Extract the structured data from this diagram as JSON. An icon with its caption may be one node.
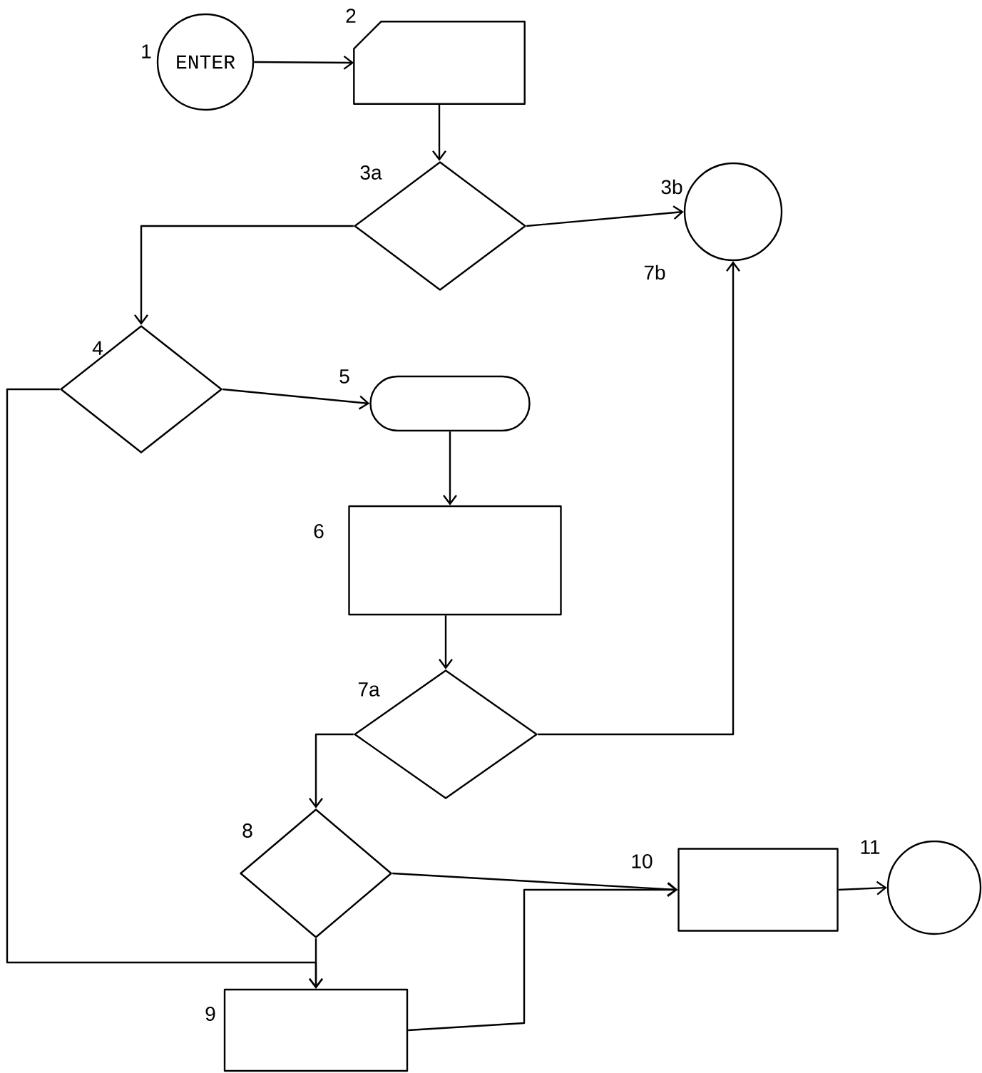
{
  "diagram": {
    "nodes": [
      {
        "text": [
          "ENTER"
        ],
        "beside": [
          "1"
        ]
      },
      {
        "text": [],
        "shape": "card",
        "beside": [
          "2"
        ]
      },
      {
        "text": [],
        "shape": "diamond",
        "beside": [
          "3a"
        ]
      },
      {
        "text": [],
        "shape": "circle",
        "beside": [
          "3b",
          "7b"
        ]
      },
      {
        "text": [],
        "shape": "diamond",
        "beside": [
          "4"
        ]
      },
      {
        "text": [],
        "shape": "terminal",
        "beside": [
          "5"
        ]
      },
      {
        "text": [],
        "shape": "box",
        "beside": [
          "6"
        ]
      },
      {
        "text": [],
        "shape": "diamond",
        "beside": [
          "7a"
        ]
      },
      {
        "text": [],
        "shape": "diamond",
        "beside": [
          "8"
        ]
      },
      {
        "text": [],
        "shape": "box",
        "beside": [
          "9"
        ]
      },
      {
        "text": [],
        "shape": "box",
        "beside": [
          "10"
        ]
      },
      {
        "text": [],
        "shape": "circle",
        "beside": [
          "11"
        ]
      }
    ],
    "edges": [
      {
        "from": 0,
        "to": 1,
        "arrow": "to"
      },
      {
        "from": 1,
        "to": 2,
        "arrow": "to"
      },
      {
        "from": 2,
        "to": 3,
        "arrow": "to"
      },
      {
        "from": 2,
        "to": 4,
        "arrow": "to"
      },
      {
        "from": 4,
        "to": 5,
        "arrow": "to"
      },
      {
        "from": 4,
        "to": 9,
        "arrow": "to"
      },
      {
        "from": 5,
        "to": 6,
        "arrow": "to"
      },
      {
        "from": 6,
        "to": 7,
        "arrow": "to"
      },
      {
        "from": 7,
        "to": 3,
        "arrow": "to"
      },
      {
        "from": 7,
        "to": 8,
        "arrow": "to"
      },
      {
        "from": 8,
        "to": 9,
        "arrow": "to"
      },
      {
        "from": 8,
        "to": 10,
        "arrow": "to"
      },
      {
        "from": 9,
        "to": 10,
        "arrow": "to"
      },
      {
        "from": 10,
        "to": 11,
        "arrow": "to"
      }
    ]
  }
}
